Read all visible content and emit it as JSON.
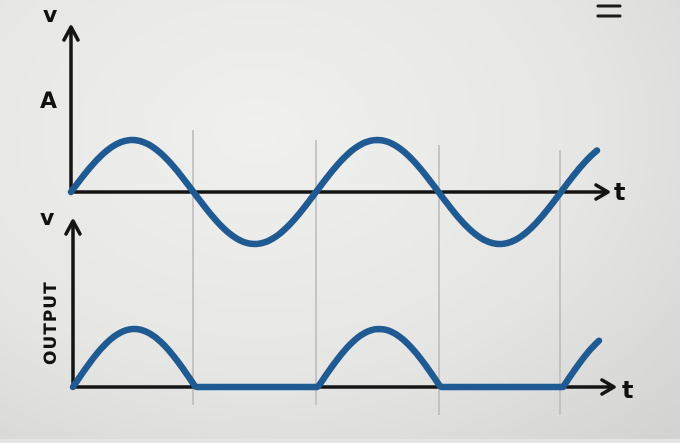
{
  "top_graph": {
    "y_axis_label": "v",
    "x_axis_label": "t",
    "signal_label": "A",
    "waveform": "sine",
    "cycles_shown": 2.25
  },
  "bottom_graph": {
    "y_axis_label": "v",
    "x_axis_label": "t",
    "signal_label": "OUTPUT",
    "waveform": "half-wave rectified sine",
    "cycles_shown": 2.25
  },
  "colors": {
    "wave": "#1f5b92",
    "axis": "#151515",
    "guide": "#b9b9b9",
    "background": "#e6e6e4"
  }
}
